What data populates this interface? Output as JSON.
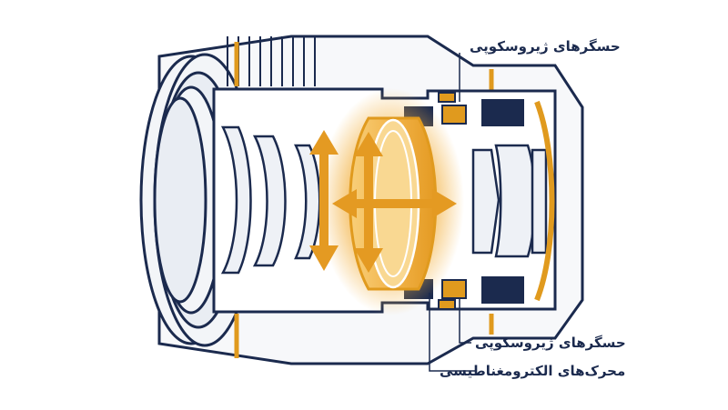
{
  "diagram": {
    "labels": {
      "gyro_top": "حسگرهای ژیروسکوپی",
      "gyro_bottom": "حسگرهای ژیروسکوپی",
      "em_motors": "محرک‌های الکترومغناطیسی"
    },
    "colors": {
      "outline": "#1b2a4e",
      "accent": "#e09a1e",
      "accent_light": "#f6c46a",
      "lens_fill": "#f3f5f8",
      "glass_fill": "#e9edf3",
      "background": "#ffffff"
    },
    "icons": [
      "vertical-double-arrow-icon",
      "horizontal-double-arrow-icon",
      "cross-arrows-icon"
    ]
  }
}
